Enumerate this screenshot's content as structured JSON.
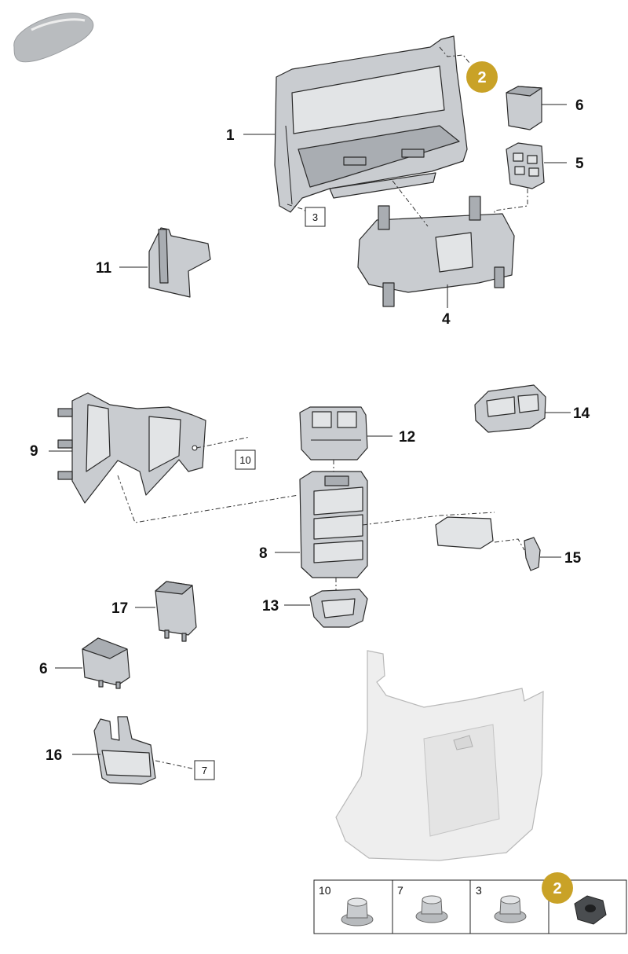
{
  "callouts": {
    "c1": "1",
    "c2": "2",
    "c4": "4",
    "c5": "5",
    "c6a": "6",
    "c6b": "6",
    "c8": "8",
    "c9": "9",
    "c11": "11",
    "c12": "12",
    "c13": "13",
    "c14": "14",
    "c15": "15",
    "c16": "16",
    "c17": "17"
  },
  "reference_boxes": {
    "r3": "3",
    "r10": "10",
    "r7": "7"
  },
  "fastener_table": {
    "cells": [
      "10",
      "7",
      "3",
      "2"
    ]
  },
  "colors": {
    "highlight_badge": "#c9a227",
    "part_fill": "#c9ccd0",
    "cover_fill": "#eeeeee"
  }
}
